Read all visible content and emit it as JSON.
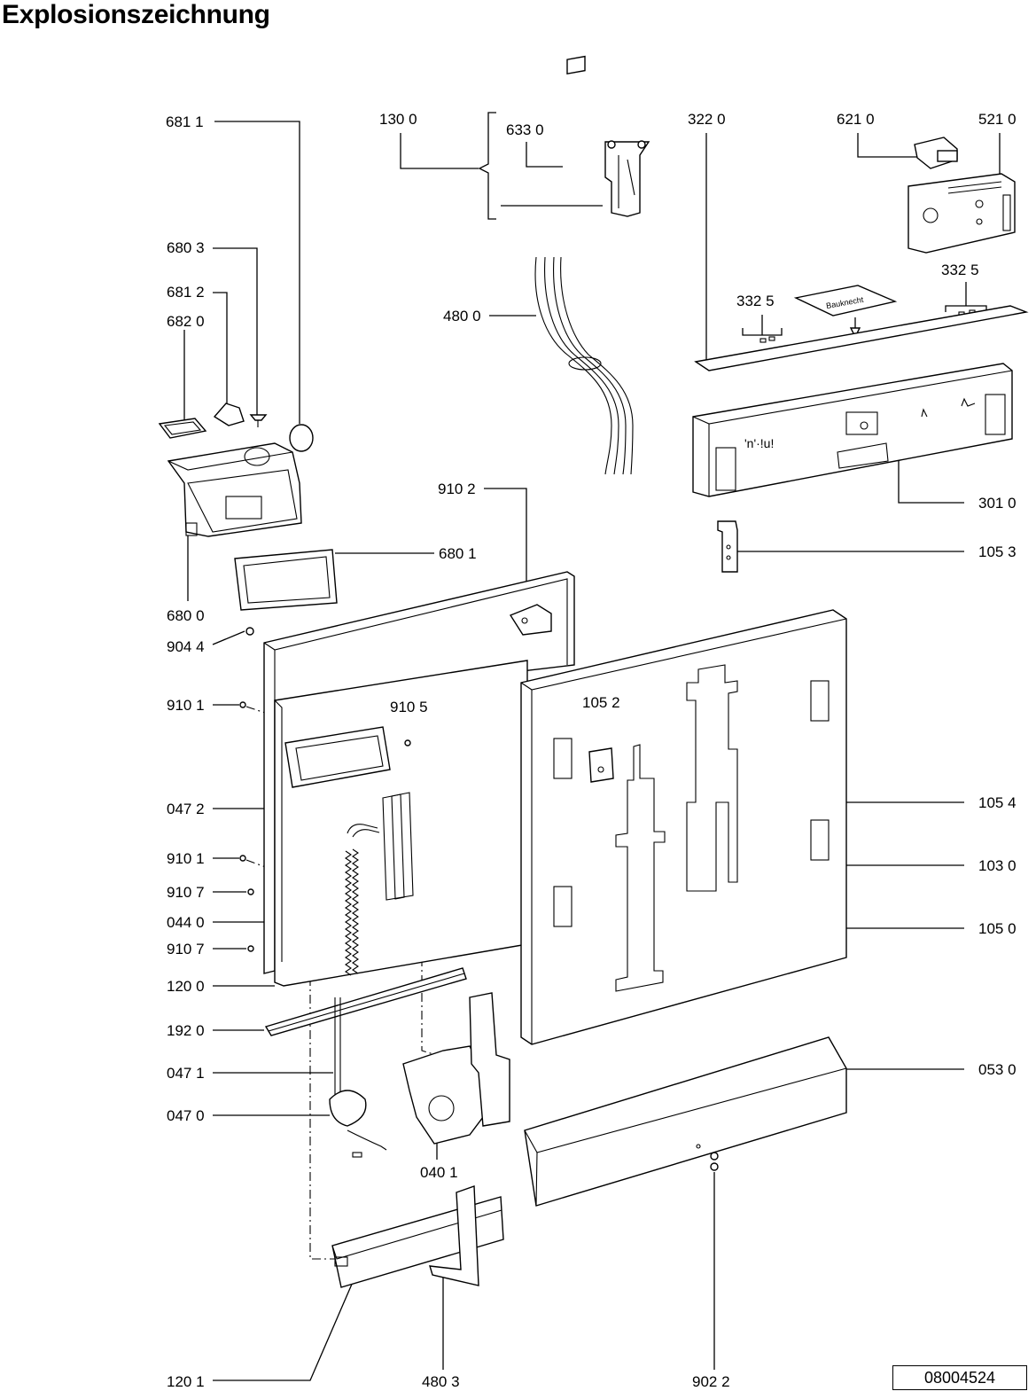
{
  "title": "Explosionszeichnung",
  "document_number": "08004524",
  "labels": [
    {
      "id": "681-1",
      "text": "681 1"
    },
    {
      "id": "130-0",
      "text": "130 0"
    },
    {
      "id": "633-0",
      "text": "633 0"
    },
    {
      "id": "322-0",
      "text": "322  0"
    },
    {
      "id": "621-0",
      "text": "621 0"
    },
    {
      "id": "521-0",
      "text": "521 0"
    },
    {
      "id": "680-3",
      "text": "680 3"
    },
    {
      "id": "681-2",
      "text": "681 2"
    },
    {
      "id": "682-0",
      "text": "682 0"
    },
    {
      "id": "332-5-a",
      "text": "332  5"
    },
    {
      "id": "332-5-b",
      "text": "332  5"
    },
    {
      "id": "480-0",
      "text": "480 0"
    },
    {
      "id": "910-2",
      "text": "910 2"
    },
    {
      "id": "301-0",
      "text": "301 0"
    },
    {
      "id": "105-3",
      "text": "105 3"
    },
    {
      "id": "680-1",
      "text": "680 1"
    },
    {
      "id": "680-0",
      "text": "680 0"
    },
    {
      "id": "904-4",
      "text": "904 4"
    },
    {
      "id": "910-1-a",
      "text": "910 1"
    },
    {
      "id": "910-5",
      "text": "910 5"
    },
    {
      "id": "105-2",
      "text": "105 2"
    },
    {
      "id": "047-2",
      "text": "047 2"
    },
    {
      "id": "105-4",
      "text": "105 4"
    },
    {
      "id": "910-1-b",
      "text": "910 1"
    },
    {
      "id": "103-0",
      "text": "103 0"
    },
    {
      "id": "910-7-a",
      "text": "910 7"
    },
    {
      "id": "044-0",
      "text": "044 0"
    },
    {
      "id": "105-0",
      "text": "105 0"
    },
    {
      "id": "910-7-b",
      "text": "910 7"
    },
    {
      "id": "120-0",
      "text": "120 0"
    },
    {
      "id": "192-0",
      "text": "192 0"
    },
    {
      "id": "053-0",
      "text": "053 0"
    },
    {
      "id": "047-1",
      "text": "047 1"
    },
    {
      "id": "047-0",
      "text": "047 0"
    },
    {
      "id": "040-1",
      "text": "040 1"
    },
    {
      "id": "120-1",
      "text": "120 1"
    },
    {
      "id": "480-3",
      "text": "480 3"
    },
    {
      "id": "902-2",
      "text": "902 2"
    }
  ],
  "decal_text": "Bauknecht"
}
